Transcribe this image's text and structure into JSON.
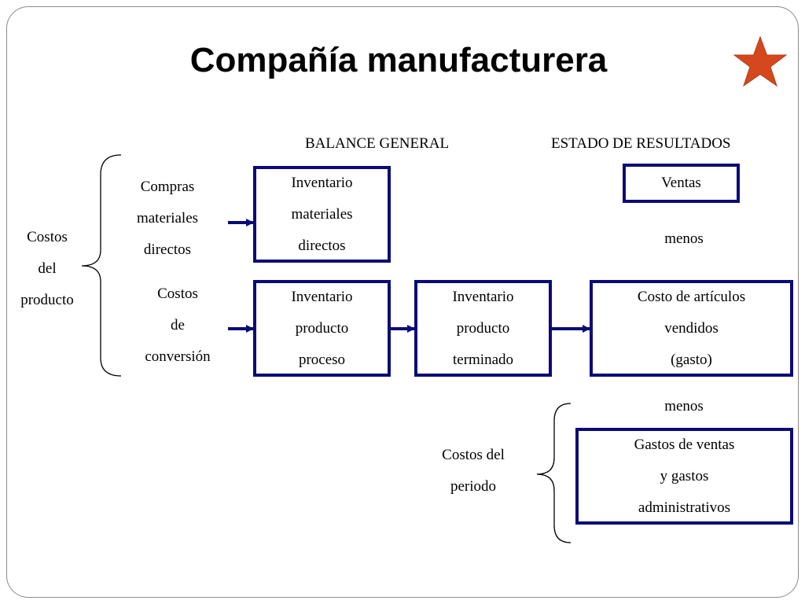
{
  "title": "Compañía manufacturera",
  "headers": {
    "balance": "BALANCE GENERAL",
    "estado": "ESTADO DE RESULTADOS"
  },
  "left_labels": {
    "costos_producto": [
      "Costos",
      "del",
      "producto"
    ],
    "compras": [
      "Compras",
      "materiales",
      "directos"
    ],
    "conversion": [
      "Costos",
      "de",
      "conversión"
    ],
    "costos_periodo": [
      "Costos del",
      "periodo"
    ]
  },
  "boxes": {
    "inv_materiales": [
      "Inventario",
      "materiales",
      "directos"
    ],
    "inv_proceso": [
      "Inventario",
      "producto",
      "proceso"
    ],
    "inv_terminado": [
      "Inventario",
      "producto",
      "terminado"
    ],
    "ventas": [
      "Ventas"
    ],
    "costo_vendidos": [
      "Costo de artículos",
      "vendidos",
      "(gasto)"
    ],
    "gastos": [
      "Gastos de ventas",
      "y gastos",
      "administrativos"
    ]
  },
  "menos_1": "menos",
  "menos_2": "menos",
  "colors": {
    "box_border": "#0a0a78",
    "arrow": "#0a0a78",
    "star": "#d5481e"
  },
  "icons": [
    "star-icon",
    "arrow-icon",
    "brace-icon"
  ]
}
